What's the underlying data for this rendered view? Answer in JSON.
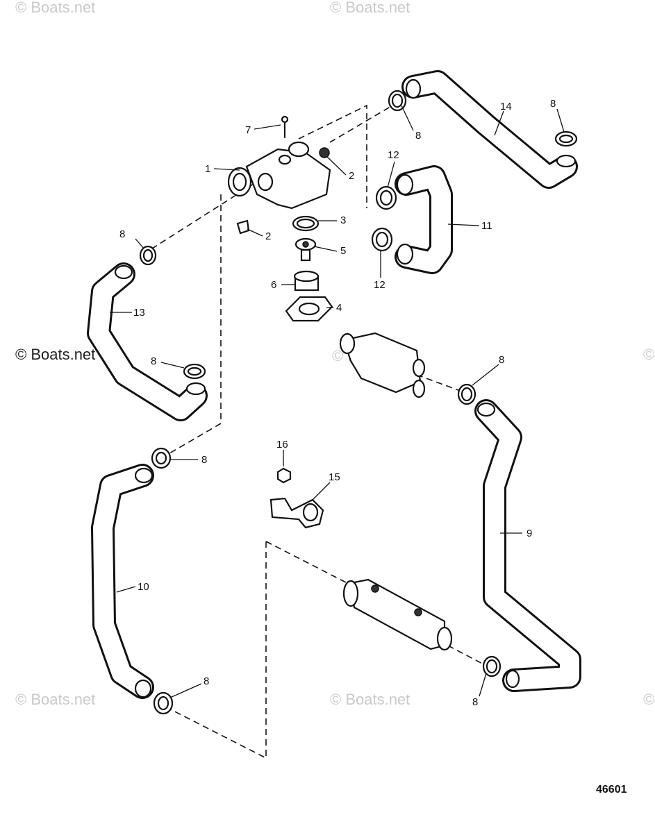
{
  "watermarks": {
    "top_left": "© Boats.net",
    "top_center": "© Boats.net",
    "middle_left": "© Boats.net",
    "middle_center": "© Boats.net",
    "bottom_left": "© Boats.net",
    "bottom_center": "© Boats.net",
    "right_edge_mid": "©",
    "right_edge_bottom": "©"
  },
  "figure_number": "46601",
  "callouts": {
    "c1": "1",
    "c2a": "2",
    "c2b": "2",
    "c3": "3",
    "c4": "4",
    "c5": "5",
    "c6": "6",
    "c7": "7",
    "c8a": "8",
    "c8b": "8",
    "c8c": "8",
    "c8d": "8",
    "c8e": "8",
    "c8f": "8",
    "c8g": "8",
    "c8h": "8",
    "c9": "9",
    "c10": "10",
    "c11": "11",
    "c12a": "12",
    "c12b": "12",
    "c13": "13",
    "c14": "14",
    "c15": "15",
    "c16": "16"
  }
}
